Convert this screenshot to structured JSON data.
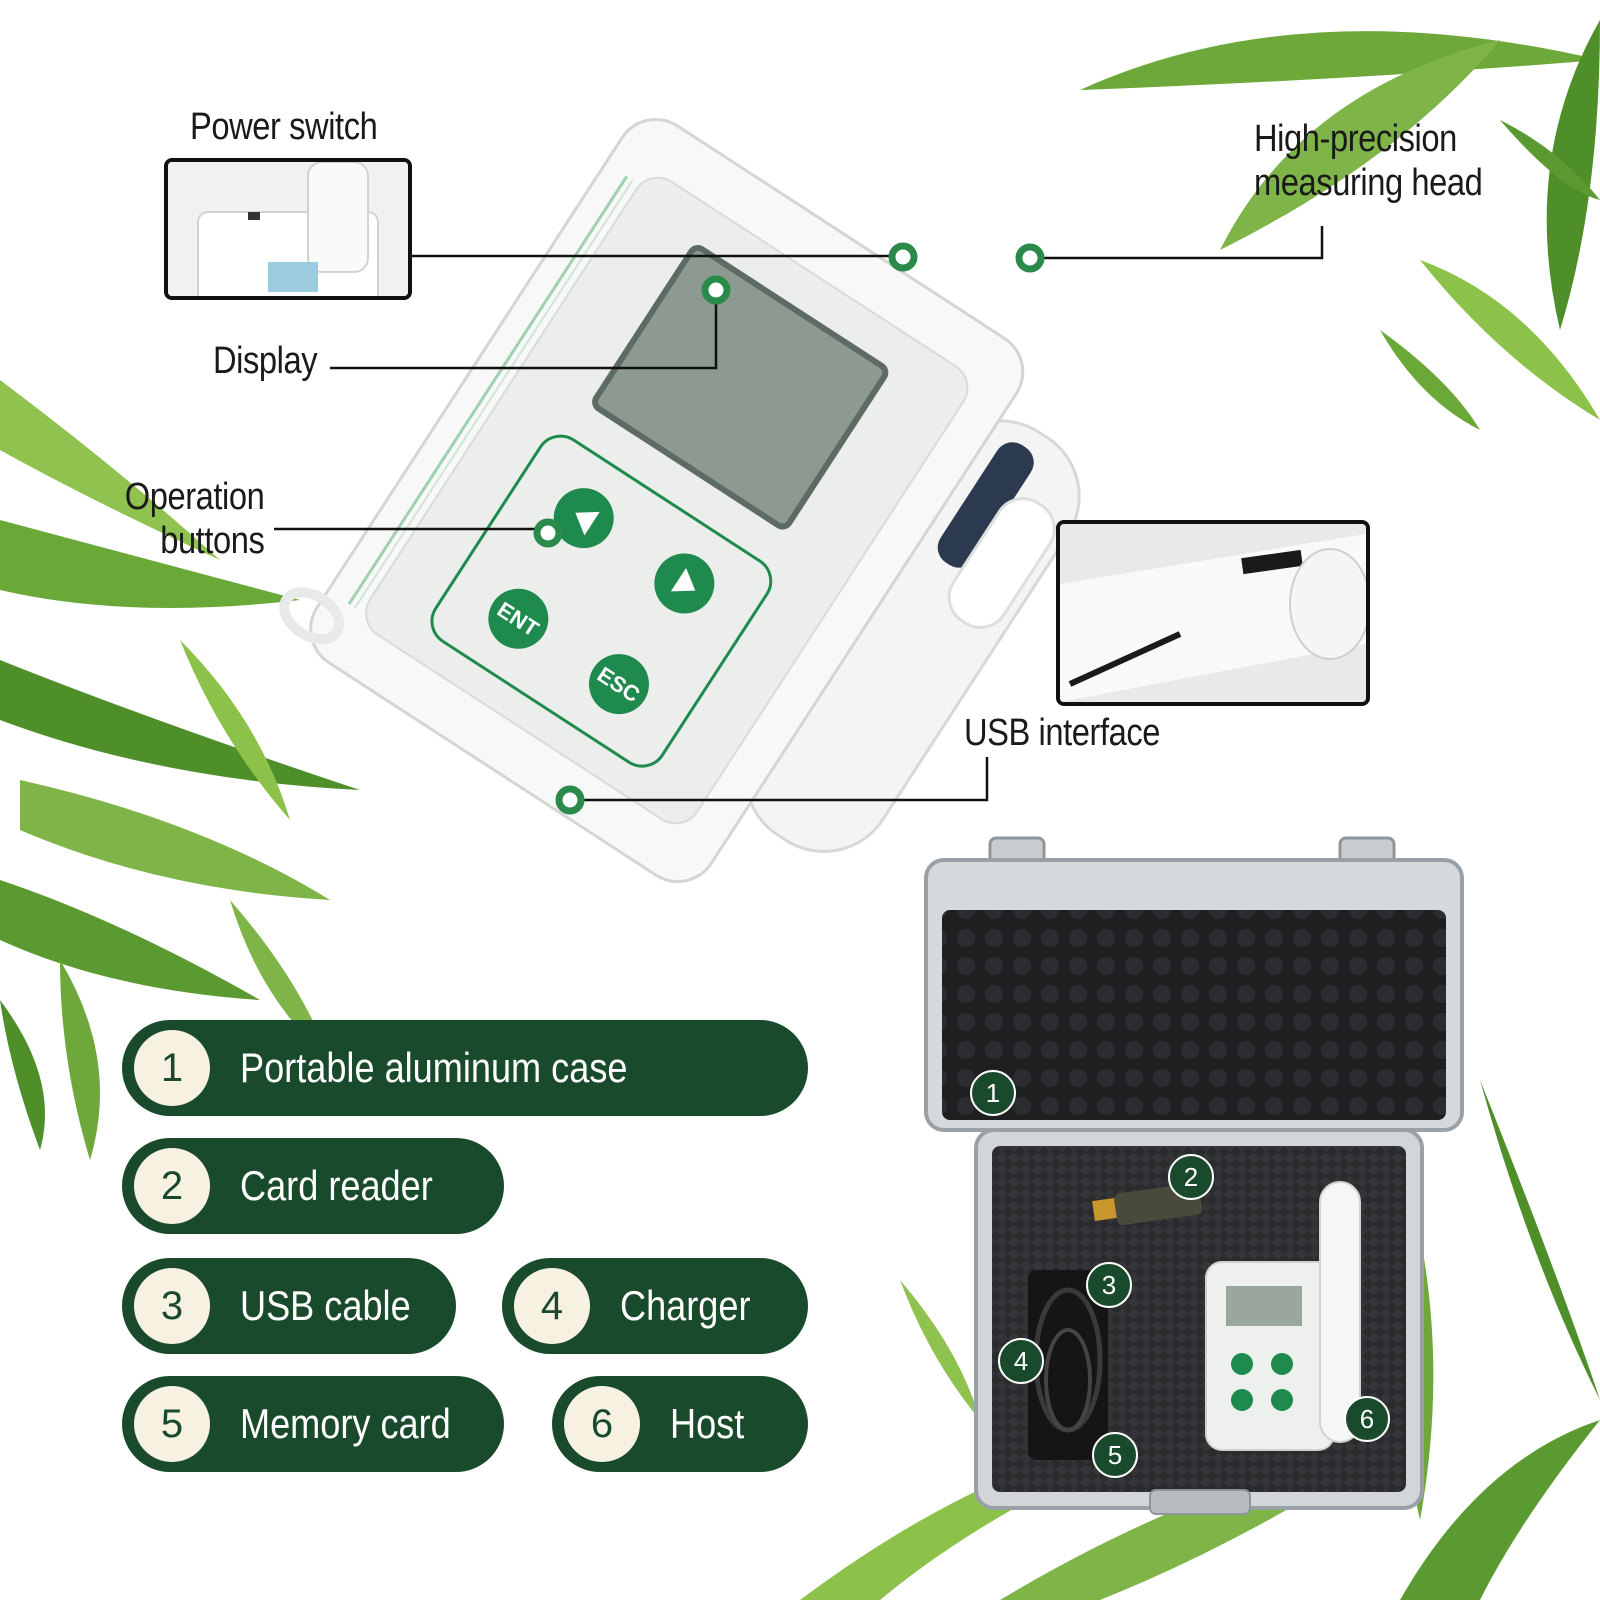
{
  "callouts": {
    "power_switch": "Power switch",
    "display": "Display",
    "operation_buttons_line1": "Operation",
    "operation_buttons_line2": "buttons",
    "measuring_head_line1": "High-precision",
    "measuring_head_line2": "measuring head",
    "usb_interface": "USB interface"
  },
  "device": {
    "buttons": [
      "ENT",
      "ESC"
    ]
  },
  "kit_items": [
    {
      "number": "1",
      "label": "Portable aluminum case"
    },
    {
      "number": "2",
      "label": "Card reader"
    },
    {
      "number": "3",
      "label": "USB cable"
    },
    {
      "number": "4",
      "label": "Charger"
    },
    {
      "number": "5",
      "label": "Memory card"
    },
    {
      "number": "6",
      "label": "Host"
    }
  ],
  "colors": {
    "brand_green": "#1a4a2c",
    "device_green": "#1e8a4e",
    "badge_cream": "#f6f1e1",
    "leaf_green": "#5a9a2a"
  }
}
